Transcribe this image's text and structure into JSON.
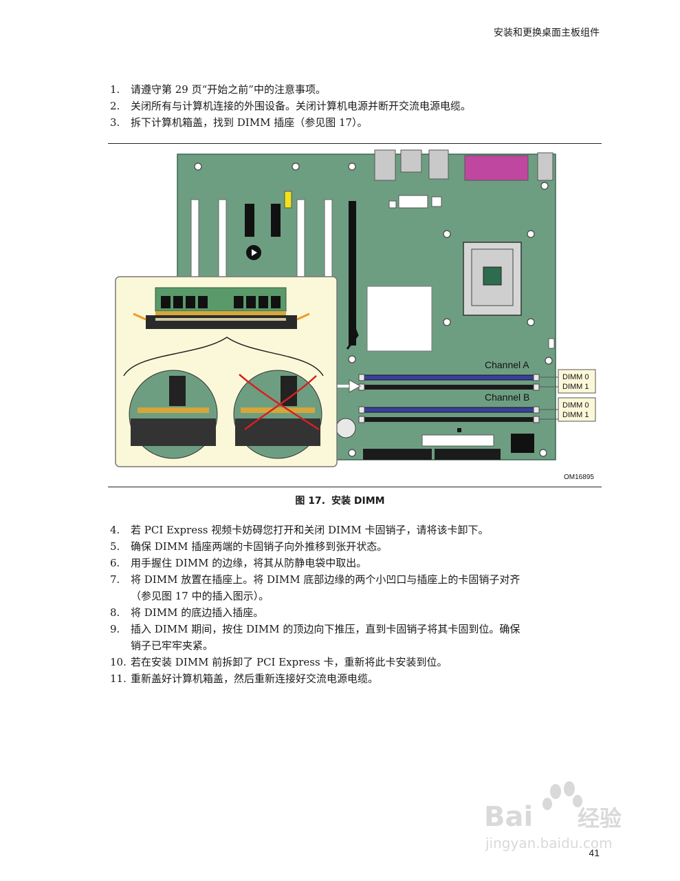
{
  "header": {
    "title": "安装和更换桌面主板组件"
  },
  "steps_top": [
    {
      "num": "1.",
      "text": "请遵守第 29 页“开始之前”中的注意事项。"
    },
    {
      "num": "2.",
      "text": "关闭所有与计算机连接的外围设备。关闭计算机电源并断开交流电源电缆。"
    },
    {
      "num": "3.",
      "text": "拆下计算机箱盖，找到 DIMM 插座（参见图 17）。"
    }
  ],
  "figure": {
    "channel_a": "Channel A",
    "channel_b": "Channel B",
    "dimm0_a": "DIMM 0",
    "dimm1_a": "DIMM 1",
    "dimm0_b": "DIMM 0",
    "dimm1_b": "DIMM 1",
    "figure_id": "OM16895",
    "colors": {
      "board": "#6e9e82",
      "board_edge": "#4b7a60",
      "slot_blue": "#3a3f9e",
      "slot_black": "#1b1b1b",
      "inset_bg": "#fbf8d9",
      "cross": "#d42020"
    }
  },
  "caption": {
    "prefix": "图 17.",
    "label": "安装 DIMM"
  },
  "steps_bottom": [
    {
      "num": "4.",
      "lines": [
        "若 PCI Express 视频卡妨碍您打开和关闭 DIMM 卡固销子，请将该卡卸下。"
      ]
    },
    {
      "num": "5.",
      "lines": [
        "确保 DIMM 插座两端的卡固销子向外推移到张开状态。"
      ]
    },
    {
      "num": "6.",
      "lines": [
        "用手握住 DIMM 的边缘，将其从防静电袋中取出。"
      ]
    },
    {
      "num": "7.",
      "lines": [
        "将 DIMM 放置在插座上。将 DIMM 底部边缘的两个小凹口与插座上的卡固销子对齐",
        "（参见图 17 中的插入图示）。"
      ]
    },
    {
      "num": "8.",
      "lines": [
        "将 DIMM 的底边插入插座。"
      ]
    },
    {
      "num": "9.",
      "lines": [
        "插入 DIMM 期间，按住 DIMM 的顶边向下推压，直到卡固销子将其卡固到位。确保",
        "销子已牢牢夹紧。"
      ]
    },
    {
      "num": "10.",
      "lines": [
        "若在安装 DIMM 前拆卸了 PCI Express 卡，重新将此卡安装到位。"
      ]
    },
    {
      "num": "11.",
      "lines": [
        "重新盖好计算机箱盖，然后重新连接好交流电源电缆。"
      ]
    }
  ],
  "watermark": {
    "brand": "Bai",
    "brand2": "经验",
    "url": "jingyan.baidu.com"
  },
  "page_number": "41"
}
